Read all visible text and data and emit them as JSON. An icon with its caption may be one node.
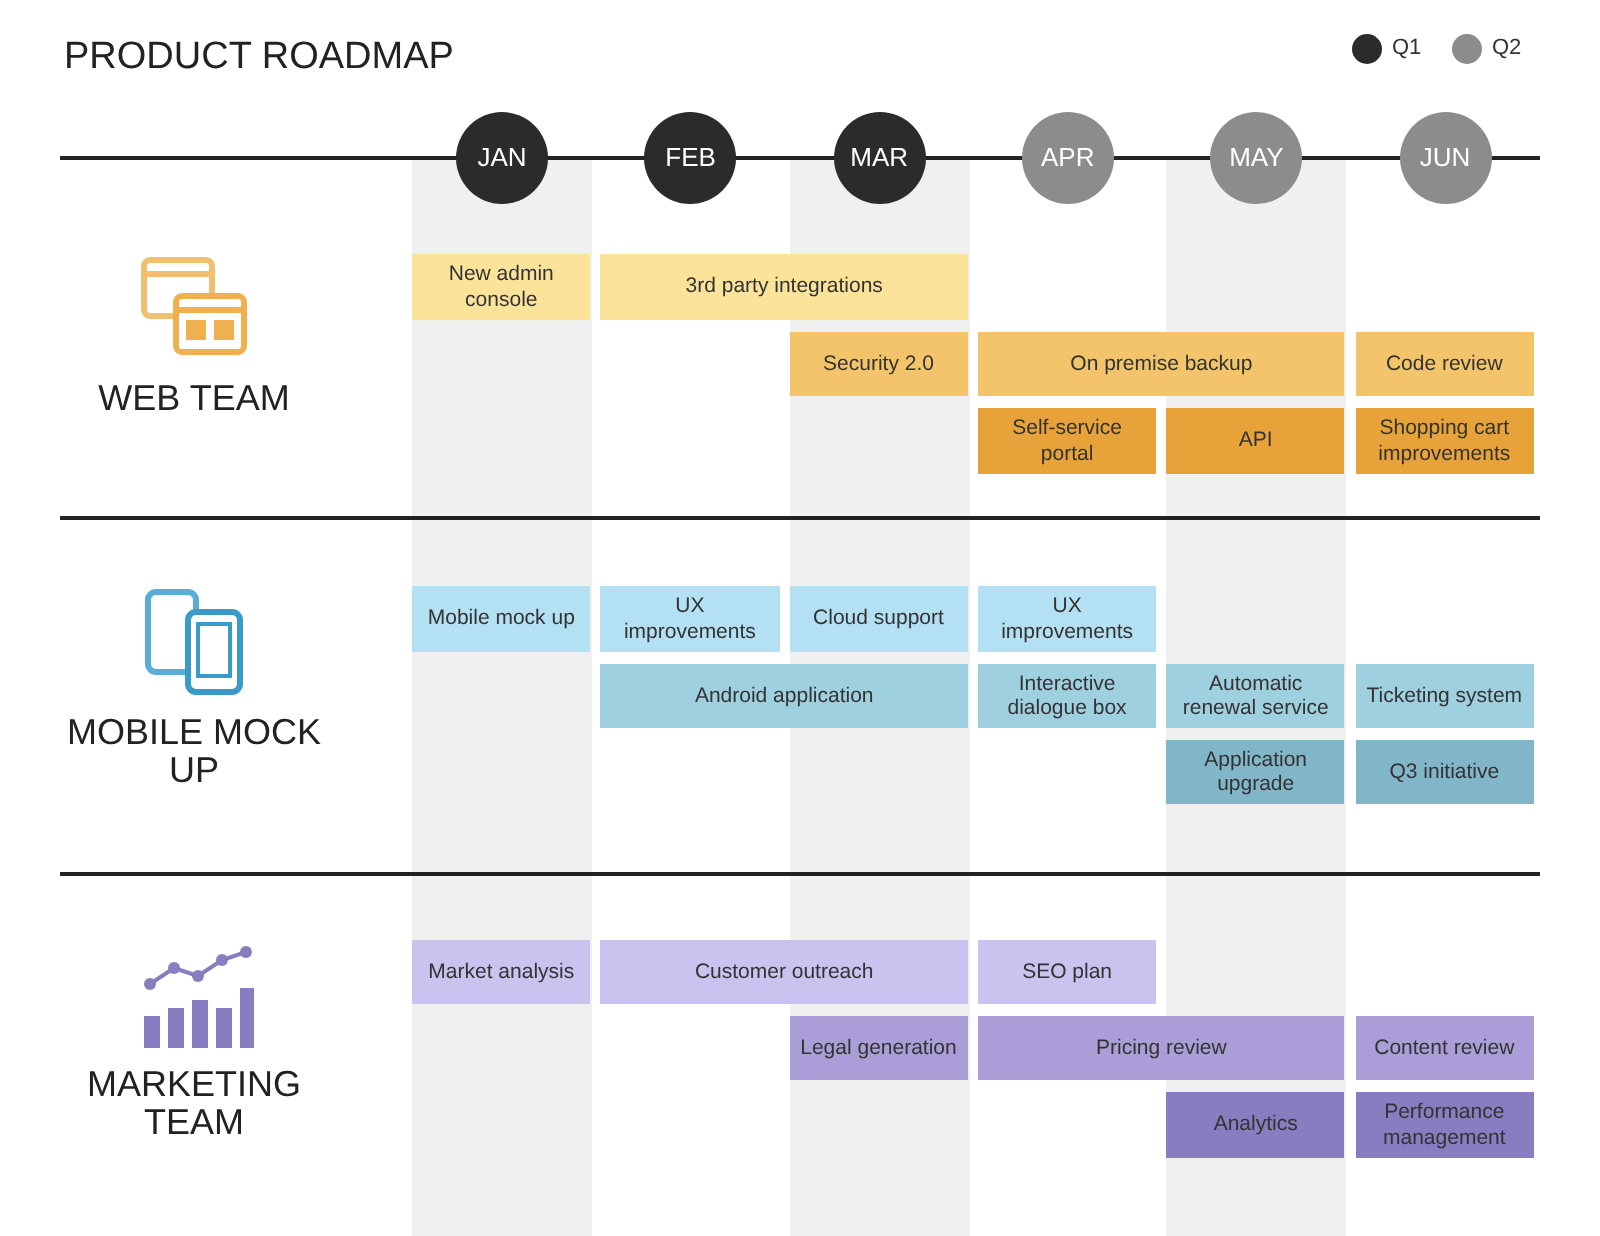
{
  "diagram": {
    "title": "PRODUCT ROADMAP",
    "nodes": [
      {
        "text": [
          "JAN"
        ]
      },
      {
        "text": [
          "FEB"
        ]
      },
      {
        "text": [
          "MAR"
        ]
      },
      {
        "text": [
          "APR"
        ]
      },
      {
        "text": [
          "MAY"
        ]
      },
      {
        "text": [
          "JUN"
        ]
      },
      {
        "text": [
          "New admin console"
        ]
      },
      {
        "text": [
          "3rd party integrations"
        ]
      },
      {
        "text": [
          "Security 2.0"
        ]
      },
      {
        "text": [
          "On premise backup"
        ]
      },
      {
        "text": [
          "Code review"
        ]
      },
      {
        "text": [
          "Self-service portal"
        ]
      },
      {
        "text": [
          "API"
        ]
      },
      {
        "text": [
          "Shopping cart improvements"
        ]
      },
      {
        "text": [
          "Mobile mock up"
        ]
      },
      {
        "text": [
          "UX improvements"
        ]
      },
      {
        "text": [
          "Cloud support"
        ]
      },
      {
        "text": [
          "UX improvements"
        ]
      },
      {
        "text": [
          "Android application"
        ]
      },
      {
        "text": [
          "Interactive dialogue box"
        ]
      },
      {
        "text": [
          "Automatic renewal service"
        ]
      },
      {
        "text": [
          "Ticketing system"
        ]
      },
      {
        "text": [
          "Application upgrade"
        ]
      },
      {
        "text": [
          "Q3 initiative"
        ]
      },
      {
        "text": [
          "Market analysis"
        ]
      },
      {
        "text": [
          "Customer outreach"
        ]
      },
      {
        "text": [
          "SEO plan"
        ]
      },
      {
        "text": [
          "Legal generation"
        ]
      },
      {
        "text": [
          "Pricing review"
        ]
      },
      {
        "text": [
          "Content review"
        ]
      },
      {
        "text": [
          "Analytics"
        ]
      },
      {
        "text": [
          "Performance management"
        ]
      }
    ],
    "labels": [
      "WEB TEAM",
      "MOBILE MOCK UP",
      "MARKETING TEAM"
    ],
    "legend": [
      {
        "text": "Q1",
        "color": "#2b2b2b"
      },
      {
        "text": "Q2",
        "color": "#8c8c8c"
      }
    ]
  }
}
